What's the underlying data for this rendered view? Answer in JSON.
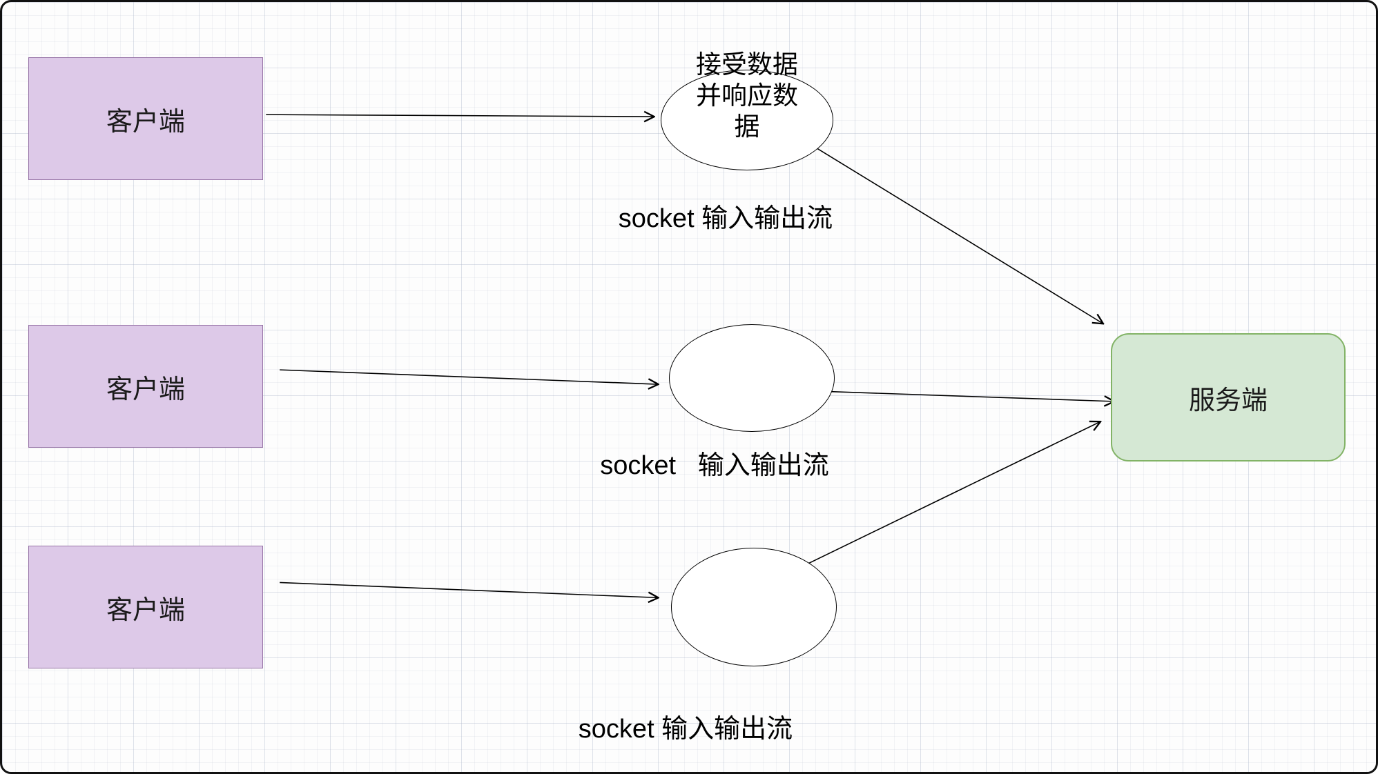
{
  "diagram": {
    "clients": [
      {
        "label": "客户端"
      },
      {
        "label": "客户端"
      },
      {
        "label": "客户端"
      }
    ],
    "server": {
      "label": "服务端"
    },
    "sockets": [
      {
        "label": "接受数据\n并响应数\n据",
        "caption": "socket 输入输出流"
      },
      {
        "label": "",
        "caption": "socket   输入输出流"
      },
      {
        "label": "",
        "caption": "socket 输入输出流"
      }
    ],
    "colors": {
      "client_fill": "#ddc9e8",
      "client_border": "#9673a6",
      "server_fill": "#d5e8d4",
      "server_border": "#82b366",
      "ellipse_fill": "#ffffff",
      "ellipse_border": "#000000",
      "arrow": "#000000",
      "grid_line": "#aab4c8"
    }
  }
}
